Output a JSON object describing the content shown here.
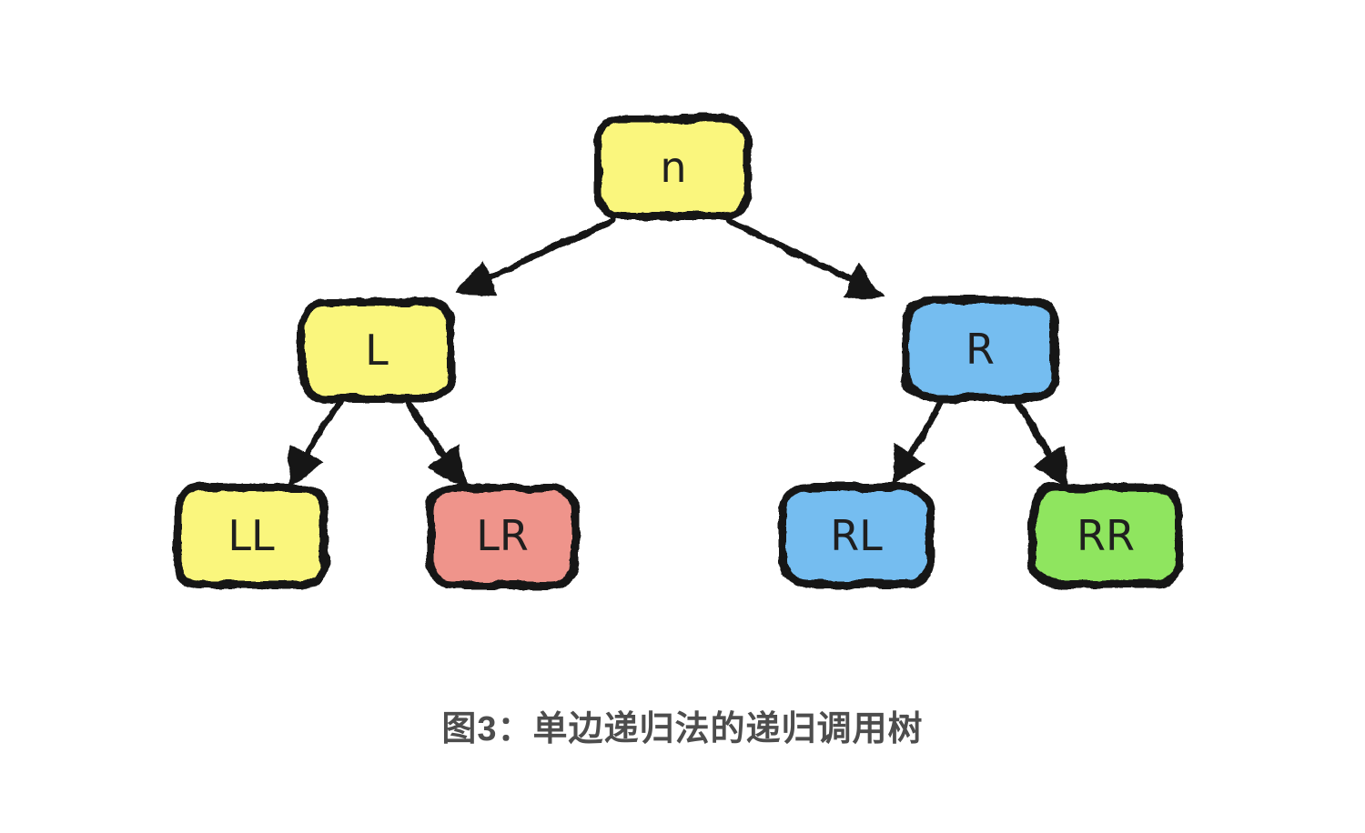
{
  "figure": {
    "type": "binary-tree-recursion-diagram",
    "caption": "图3：单边递归法的递归调用树",
    "nodes": [
      {
        "id": "n",
        "label": "n",
        "fill": "#FAF67D",
        "level": 0
      },
      {
        "id": "L",
        "label": "L",
        "fill": "#FAF67D",
        "level": 1
      },
      {
        "id": "R",
        "label": "R",
        "fill": "#74BDF0",
        "level": 1
      },
      {
        "id": "LL",
        "label": "LL",
        "fill": "#FAF67D",
        "level": 2
      },
      {
        "id": "LR",
        "label": "LR",
        "fill": "#EF948B",
        "level": 2
      },
      {
        "id": "RL",
        "label": "RL",
        "fill": "#74BDF0",
        "level": 2
      },
      {
        "id": "RR",
        "label": "RR",
        "fill": "#8FE55E",
        "level": 2
      }
    ],
    "edges": [
      {
        "from": "n",
        "to": "L"
      },
      {
        "from": "n",
        "to": "R"
      },
      {
        "from": "L",
        "to": "LL"
      },
      {
        "from": "L",
        "to": "LR"
      },
      {
        "from": "R",
        "to": "RL"
      },
      {
        "from": "R",
        "to": "RR"
      }
    ],
    "colors": {
      "stroke": "#181818",
      "yellow": "#FAF67D",
      "blue": "#74BDF0",
      "salmon": "#EF948B",
      "green": "#8FE55E",
      "caption_text": "#4D4D4D",
      "background": "#FFFFFF"
    }
  }
}
